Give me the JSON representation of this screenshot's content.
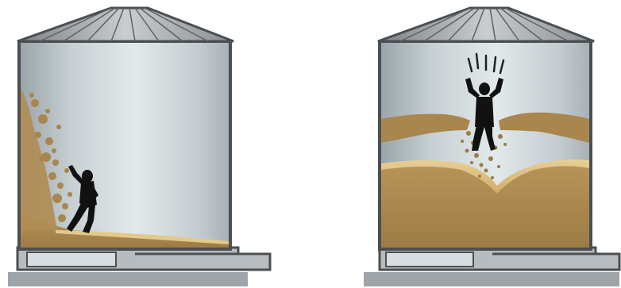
{
  "scenes": [
    {
      "id": "silo-left",
      "depicts": "person-engulfed-by-collapsing-grain-wall"
    },
    {
      "id": "silo-right",
      "depicts": "person-falling-through-grain-bridge"
    }
  ],
  "colors": {
    "roof_dark": "#6e7377",
    "roof_light": "#cfd3d6",
    "wall_light": "#d5dee1",
    "wall_dark": "#9aa4a8",
    "outline": "#4b4f52",
    "grain": "#a8884f",
    "grain_light": "#d8b97a",
    "grain_dark": "#8a6c3a",
    "base": "#9aa0a4",
    "figure": "#111111"
  }
}
